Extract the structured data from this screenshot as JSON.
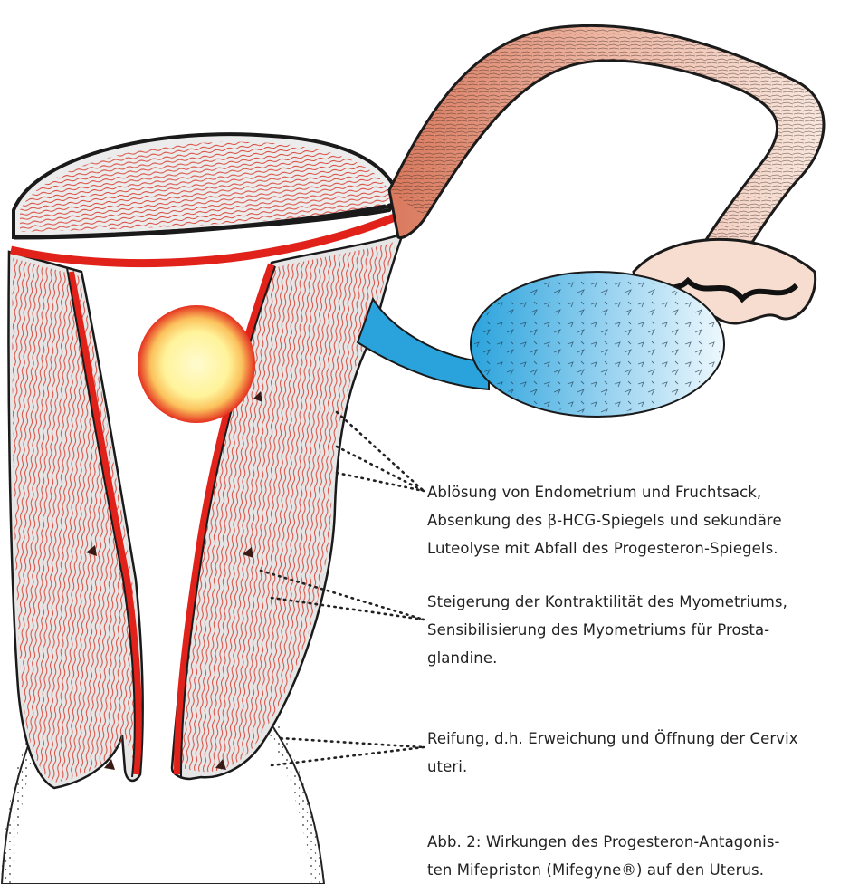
{
  "annotations": [
    {
      "lines": [
        "Ablösung von Endometrium und Fruchtsack,",
        "Absenkung des β-HCG-Spiegels und sekundäre",
        "Luteolyse mit Abfall des Progesteron-Spiegels."
      ]
    },
    {
      "lines": [
        "Steigerung der Kontraktilität des Myometriums,",
        "Sensibilisierung des Myometriums für Prosta-",
        "glandine."
      ]
    },
    {
      "lines": [
        "Reifung, d.h. Erweichung und Öffnung der Cervix",
        "uteri."
      ]
    }
  ],
  "caption": {
    "lines": [
      "Abb. 2: Wirkungen des Progesteron-Antagonis-",
      "ten Mifepriston (Mifegyne®) auf den Uterus."
    ]
  },
  "colors": {
    "myometrium": "#d8281f",
    "endometrium_line": "#e0221a",
    "tissue_fill": "#e6e6e6",
    "tube": "#e5a08a",
    "tube_end": "#f6ddd0",
    "ovary_start": "#2aa3dc",
    "ovary_end": "#e9f6fc",
    "sac_center": "#fff9b8",
    "sac_edge": "#e4301f",
    "outline": "#1a1a1a"
  }
}
